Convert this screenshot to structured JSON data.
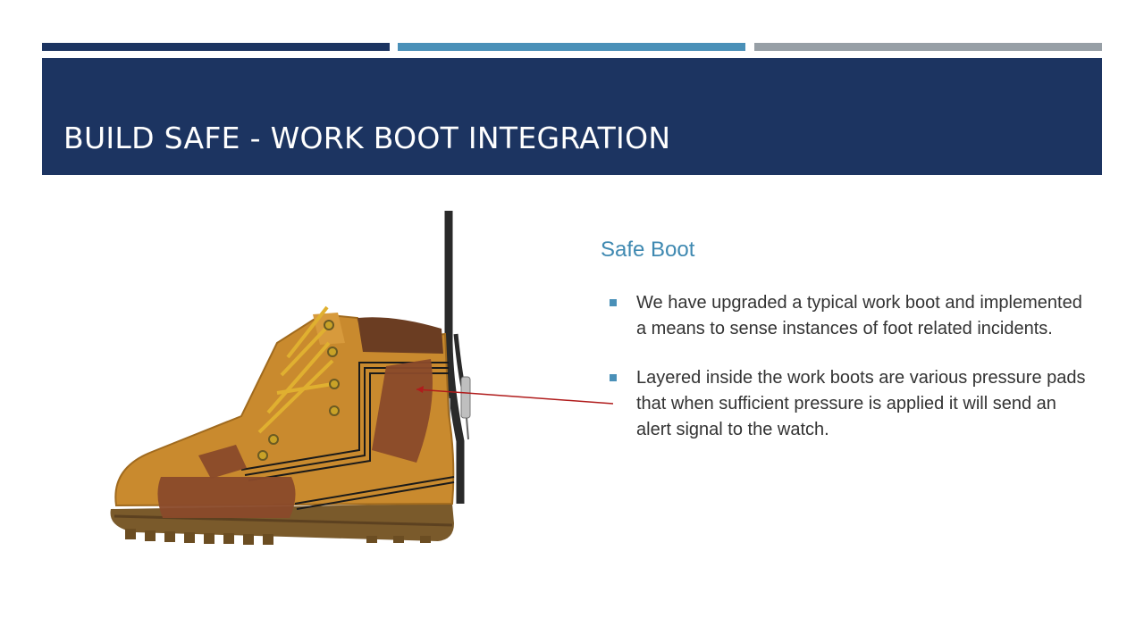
{
  "slide": {
    "title": "Build Safe - Work Boot Integration",
    "subheading": "Safe Boot",
    "bullets": [
      "We have upgraded a typical work boot and implemented a means to sense instances of foot related incidents.",
      "Layered inside the work boots are various pressure pads that when sufficient pressure is applied it will send an alert signal to the watch."
    ]
  },
  "colors": {
    "navy": "#1c3461",
    "teal": "#4a90b8",
    "gray": "#979fa6",
    "boot_tan": "#c98a2e",
    "pad_brown": "#8a4a2a",
    "callout_red": "#b01c1c"
  },
  "image": {
    "subject": "work-boot-with-pressure-pads-and-cable"
  }
}
